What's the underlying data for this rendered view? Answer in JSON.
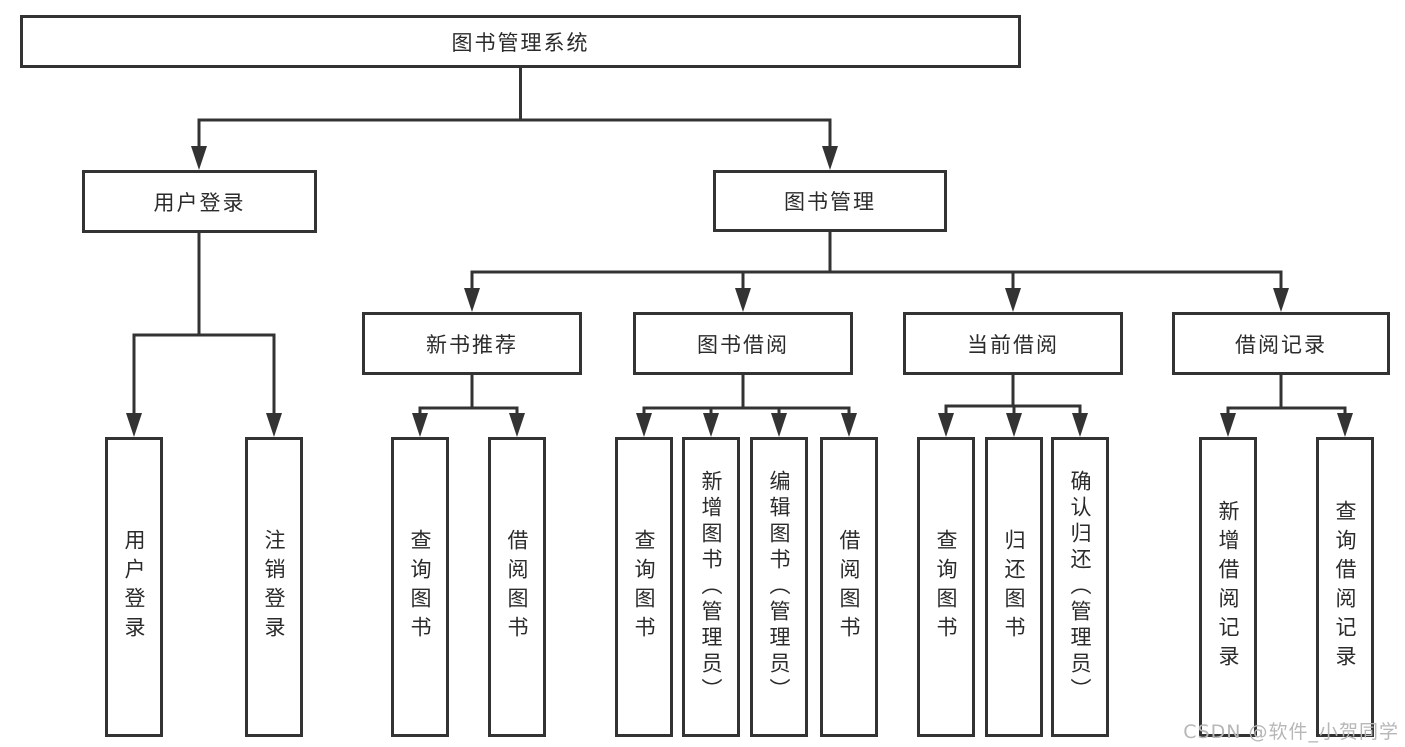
{
  "labels": {
    "root": "图书管理系统",
    "user_login": "用户登录",
    "book_mgmt": "图书管理",
    "new_book_rec": "新书推荐",
    "book_borrow": "图书借阅",
    "current_borrow": "当前借阅",
    "borrow_record": "借阅记录",
    "leaf_user_login": "用户登录",
    "leaf_logout": "注销登录",
    "leaf_query_book_1": "查询图书",
    "leaf_borrow_book_1": "借阅图书",
    "leaf_query_book_2": "查询图书",
    "leaf_add_book": "新增图书（管理员）",
    "leaf_edit_book": "编辑图书（管理员）",
    "leaf_borrow_book_2": "借阅图书",
    "leaf_query_book_3": "查询图书",
    "leaf_return_book": "归还图书",
    "leaf_confirm_return": "确认归还（管理员）",
    "leaf_add_record": "新增借阅记录",
    "leaf_query_record": "查询借阅记录",
    "watermark": "CSDN @软件_小贺同学"
  },
  "tree": {
    "root": "图书管理系统",
    "children": [
      {
        "label": "用户登录",
        "children": [
          "用户登录",
          "注销登录"
        ]
      },
      {
        "label": "图书管理",
        "children": [
          {
            "label": "新书推荐",
            "children": [
              "查询图书",
              "借阅图书"
            ]
          },
          {
            "label": "图书借阅",
            "children": [
              "查询图书",
              "新增图书（管理员）",
              "编辑图书（管理员）",
              "借阅图书"
            ]
          },
          {
            "label": "当前借阅",
            "children": [
              "查询图书",
              "归还图书",
              "确认归还（管理员）"
            ]
          },
          {
            "label": "借阅记录",
            "children": [
              "新增借阅记录",
              "查询借阅记录"
            ]
          }
        ]
      }
    ]
  },
  "colors": {
    "line": "#333333",
    "box_background": "#ffffff",
    "text": "#2b2b2b",
    "watermark": "#b7b7b7"
  }
}
